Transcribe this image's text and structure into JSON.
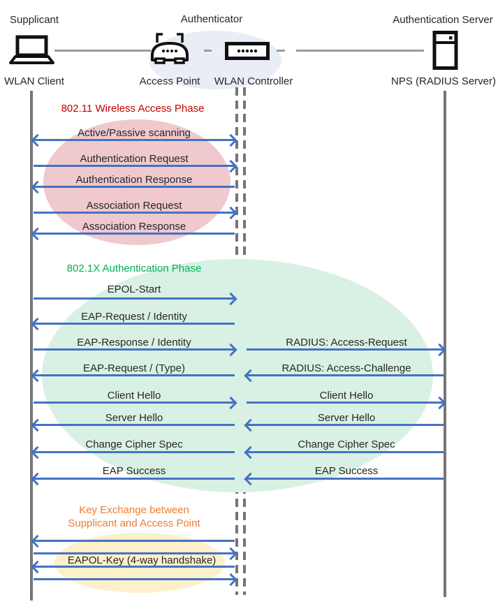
{
  "header": {
    "supplicant": "Supplicant",
    "authenticator": "Authenticator",
    "auth_server": "Authentication Server",
    "wlan_client": "WLAN Client",
    "access_point": "Access Point",
    "wlan_controller": "WLAN Controller",
    "nps": "NPS (RADIUS Server)"
  },
  "icons": {
    "wlan_client": "laptop-icon",
    "access_point": "wireless-router-icon",
    "wlan_controller": "controller-box-icon",
    "auth_server": "server-icon"
  },
  "phases": {
    "p80211": {
      "title": "802.11 Wireless Access Phase",
      "color": "#C00000"
    },
    "p8021x": {
      "title": "802.1X Authentication Phase",
      "color": "#00B050"
    },
    "key_exchange": {
      "line1": "Key Exchange between",
      "line2": "Supplicant and Access Point",
      "color": "#ED7D31"
    }
  },
  "messages": {
    "scanning": {
      "label": "Active/Passive scanning",
      "direction": "both"
    },
    "auth_request": {
      "label": "Authentication Request",
      "direction": "right"
    },
    "auth_response": {
      "label": "Authentication Response",
      "direction": "left"
    },
    "assoc_request": {
      "label": "Association Request",
      "direction": "right"
    },
    "assoc_response": {
      "label": "Association Response",
      "direction": "left"
    },
    "epol_start": {
      "label": "EPOL-Start",
      "direction": "right"
    },
    "eap_request_identity": {
      "label": "EAP-Request / Identity",
      "direction": "left"
    },
    "eap_response_identity": {
      "label": "EAP-Response / Identity",
      "direction": "right"
    },
    "radius_access_request": {
      "label": "RADIUS: Access-Request",
      "direction": "right"
    },
    "eap_request_type": {
      "label": "EAP-Request / (Type)",
      "direction": "left"
    },
    "radius_access_challenge": {
      "label": "RADIUS: Access-Challenge",
      "direction": "left"
    },
    "client_hello_left": {
      "label": "Client Hello",
      "direction": "right"
    },
    "client_hello_right": {
      "label": "Client Hello",
      "direction": "right"
    },
    "server_hello_left": {
      "label": "Server Hello",
      "direction": "left"
    },
    "server_hello_right": {
      "label": "Server Hello",
      "direction": "left"
    },
    "change_cipher_spec_left": {
      "label": "Change Cipher Spec",
      "direction": "left"
    },
    "change_cipher_spec_right": {
      "label": "Change Cipher Spec",
      "direction": "left"
    },
    "eap_success_left": {
      "label": "EAP Success",
      "direction": "left"
    },
    "eap_success_right": {
      "label": "EAP Success",
      "direction": "left"
    },
    "eapol_key": {
      "label": "EAPOL-Key (4-way handshake)",
      "direction": "left"
    }
  },
  "colors": {
    "arrow": "#4472C4",
    "lifeline": "#757575",
    "phase_80211_fill": "#EFC9CE",
    "phase_8021x_fill": "#D9F1E4",
    "key_exchange_fill": "#FDF0CA",
    "authenticator_fill": "#E9EDF6"
  }
}
